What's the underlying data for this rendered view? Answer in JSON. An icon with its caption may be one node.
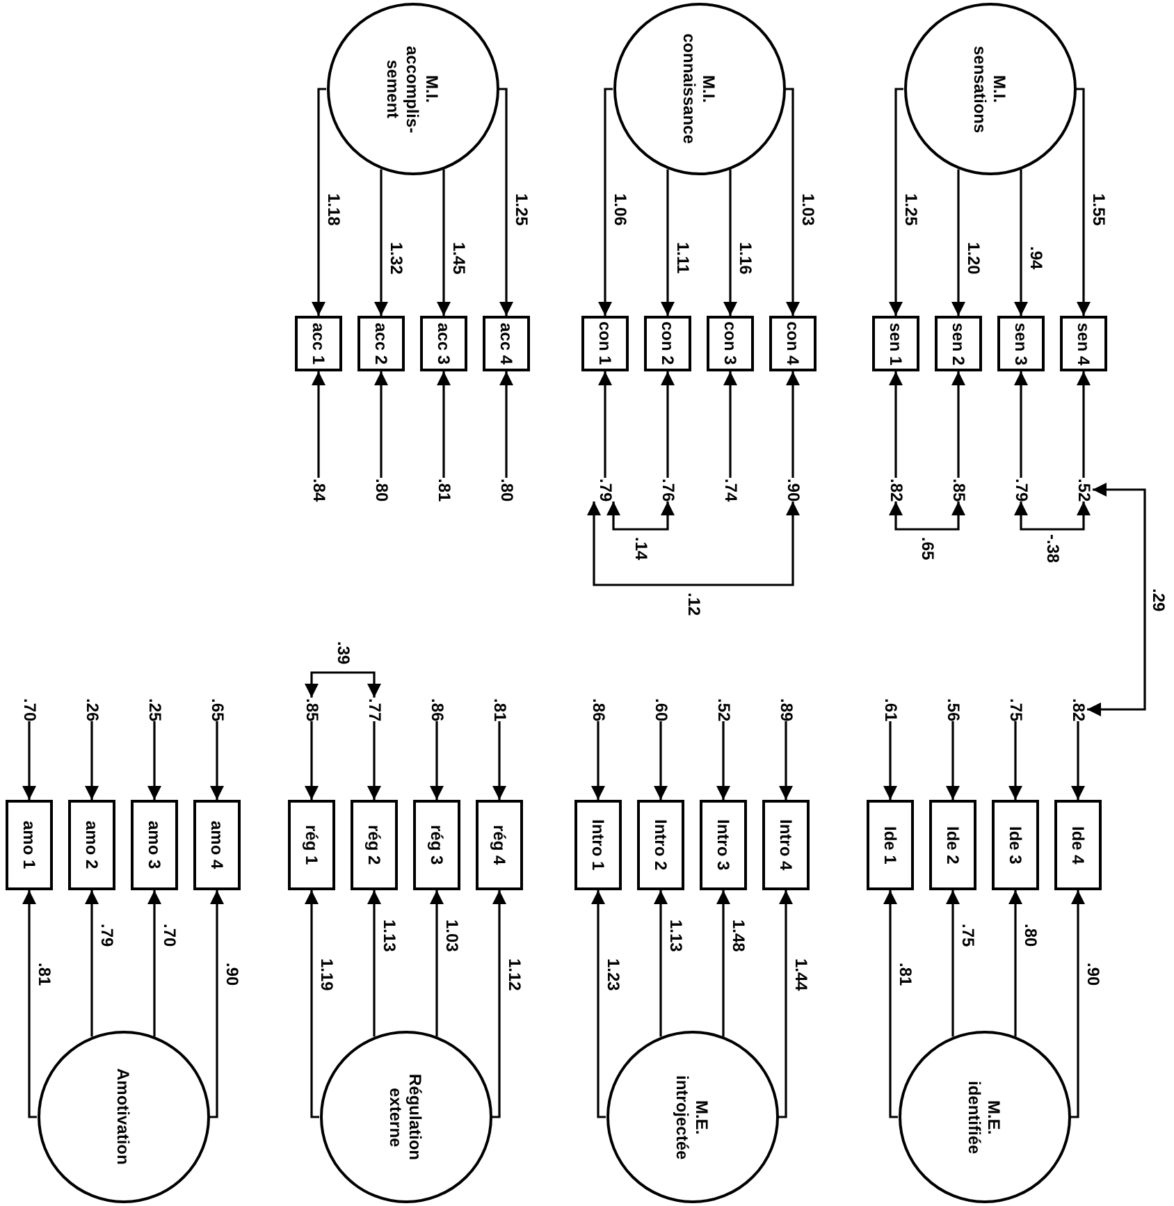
{
  "diagram": {
    "nodes": [
      {
        "text": [
          "M.I. accomplis- sement"
        ]
      },
      {
        "text": [
          "acc 1"
        ]
      },
      {
        "text": [
          "acc 2"
        ]
      },
      {
        "text": [
          "acc 3"
        ]
      },
      {
        "text": [
          "acc 4"
        ]
      },
      {
        "text": [
          ".84"
        ]
      },
      {
        "text": [
          ".80"
        ]
      },
      {
        "text": [
          ".81"
        ]
      },
      {
        "text": [
          ".80"
        ]
      },
      {
        "text": [
          "M.I. connaissance"
        ]
      },
      {
        "text": [
          "con 1"
        ]
      },
      {
        "text": [
          "con 2"
        ]
      },
      {
        "text": [
          "con 3"
        ]
      },
      {
        "text": [
          "con 4"
        ]
      },
      {
        "text": [
          ".79"
        ]
      },
      {
        "text": [
          ".76"
        ]
      },
      {
        "text": [
          ".74"
        ]
      },
      {
        "text": [
          ".90"
        ]
      },
      {
        "text": [
          "M.I. sensations"
        ]
      },
      {
        "text": [
          "sen 1"
        ]
      },
      {
        "text": [
          "sen 2"
        ]
      },
      {
        "text": [
          "sen 3"
        ]
      },
      {
        "text": [
          "sen 4"
        ]
      },
      {
        "text": [
          ".82"
        ]
      },
      {
        "text": [
          ".85"
        ]
      },
      {
        "text": [
          ".79"
        ]
      },
      {
        "text": [
          ".52"
        ]
      },
      {
        "text": [
          "Amotivation"
        ]
      },
      {
        "text": [
          "amo 1"
        ]
      },
      {
        "text": [
          "amo 2"
        ]
      },
      {
        "text": [
          "amo 3"
        ]
      },
      {
        "text": [
          "amo 4"
        ]
      },
      {
        "text": [
          ".70"
        ]
      },
      {
        "text": [
          ".26"
        ]
      },
      {
        "text": [
          ".25"
        ]
      },
      {
        "text": [
          ".65"
        ]
      },
      {
        "text": [
          "Régulation externe"
        ]
      },
      {
        "text": [
          "rég 1"
        ]
      },
      {
        "text": [
          "rég 2"
        ]
      },
      {
        "text": [
          "rég 3"
        ]
      },
      {
        "text": [
          "rég 4"
        ]
      },
      {
        "text": [
          ".85"
        ]
      },
      {
        "text": [
          ".77"
        ]
      },
      {
        "text": [
          ".86"
        ]
      },
      {
        "text": [
          ".81"
        ]
      },
      {
        "text": [
          "M.E. introjectée"
        ]
      },
      {
        "text": [
          "Intro 1"
        ]
      },
      {
        "text": [
          "Intro 2"
        ]
      },
      {
        "text": [
          "Intro 3"
        ]
      },
      {
        "text": [
          "Intro 4"
        ]
      },
      {
        "text": [
          ".86"
        ]
      },
      {
        "text": [
          ".60"
        ]
      },
      {
        "text": [
          ".52"
        ]
      },
      {
        "text": [
          ".89"
        ]
      },
      {
        "text": [
          "M.E. identifiée"
        ]
      },
      {
        "text": [
          "Ide 1"
        ]
      },
      {
        "text": [
          "Ide 2"
        ]
      },
      {
        "text": [
          "Ide 3"
        ]
      },
      {
        "text": [
          "Ide 4"
        ]
      },
      {
        "text": [
          ".61"
        ]
      },
      {
        "text": [
          ".56"
        ]
      },
      {
        "text": [
          ".75"
        ]
      },
      {
        "text": [
          ".82"
        ]
      }
    ],
    "edges": [
      {
        "from": 0,
        "to": 1,
        "arrow": "to",
        "label": "1.18"
      },
      {
        "from": 0,
        "to": 2,
        "arrow": "to",
        "label": "1.32"
      },
      {
        "from": 0,
        "to": 3,
        "arrow": "to",
        "label": "1.45"
      },
      {
        "from": 0,
        "to": 4,
        "arrow": "to",
        "label": "1.25"
      },
      {
        "from": 5,
        "to": 1,
        "arrow": "to"
      },
      {
        "from": 6,
        "to": 2,
        "arrow": "to"
      },
      {
        "from": 7,
        "to": 3,
        "arrow": "to"
      },
      {
        "from": 8,
        "to": 4,
        "arrow": "to"
      },
      {
        "from": 9,
        "to": 10,
        "arrow": "to",
        "label": "1.06"
      },
      {
        "from": 9,
        "to": 11,
        "arrow": "to",
        "label": "1.11"
      },
      {
        "from": 9,
        "to": 12,
        "arrow": "to",
        "label": "1.16"
      },
      {
        "from": 9,
        "to": 13,
        "arrow": "to",
        "label": "1.03"
      },
      {
        "from": 14,
        "to": 10,
        "arrow": "to"
      },
      {
        "from": 15,
        "to": 11,
        "arrow": "to"
      },
      {
        "from": 16,
        "to": 12,
        "arrow": "to"
      },
      {
        "from": 17,
        "to": 13,
        "arrow": "to"
      },
      {
        "from": 18,
        "to": 19,
        "arrow": "to",
        "label": "1.25"
      },
      {
        "from": 18,
        "to": 20,
        "arrow": "to",
        "label": "1.20"
      },
      {
        "from": 18,
        "to": 21,
        "arrow": "to",
        "label": ".94"
      },
      {
        "from": 18,
        "to": 22,
        "arrow": "to",
        "label": "1.55"
      },
      {
        "from": 23,
        "to": 19,
        "arrow": "to"
      },
      {
        "from": 24,
        "to": 20,
        "arrow": "to"
      },
      {
        "from": 25,
        "to": 21,
        "arrow": "to"
      },
      {
        "from": 26,
        "to": 22,
        "arrow": "to"
      },
      {
        "from": 27,
        "to": 28,
        "arrow": "to",
        "label": ".81"
      },
      {
        "from": 27,
        "to": 29,
        "arrow": "to",
        "label": ".79"
      },
      {
        "from": 27,
        "to": 30,
        "arrow": "to",
        "label": ".70"
      },
      {
        "from": 27,
        "to": 31,
        "arrow": "to",
        "label": ".90"
      },
      {
        "from": 32,
        "to": 28,
        "arrow": "to"
      },
      {
        "from": 33,
        "to": 29,
        "arrow": "to"
      },
      {
        "from": 34,
        "to": 30,
        "arrow": "to"
      },
      {
        "from": 35,
        "to": 31,
        "arrow": "to"
      },
      {
        "from": 36,
        "to": 37,
        "arrow": "to",
        "label": "1.19"
      },
      {
        "from": 36,
        "to": 38,
        "arrow": "to",
        "label": "1.13"
      },
      {
        "from": 36,
        "to": 39,
        "arrow": "to",
        "label": "1.03"
      },
      {
        "from": 36,
        "to": 40,
        "arrow": "to",
        "label": "1.12"
      },
      {
        "from": 41,
        "to": 37,
        "arrow": "to"
      },
      {
        "from": 42,
        "to": 38,
        "arrow": "to"
      },
      {
        "from": 43,
        "to": 39,
        "arrow": "to"
      },
      {
        "from": 44,
        "to": 40,
        "arrow": "to"
      },
      {
        "from": 45,
        "to": 46,
        "arrow": "to",
        "label": "1.23"
      },
      {
        "from": 45,
        "to": 47,
        "arrow": "to",
        "label": "1.13"
      },
      {
        "from": 45,
        "to": 48,
        "arrow": "to",
        "label": "1.48"
      },
      {
        "from": 45,
        "to": 49,
        "arrow": "to",
        "label": "1.44"
      },
      {
        "from": 50,
        "to": 46,
        "arrow": "to"
      },
      {
        "from": 51,
        "to": 47,
        "arrow": "to"
      },
      {
        "from": 52,
        "to": 48,
        "arrow": "to"
      },
      {
        "from": 53,
        "to": 49,
        "arrow": "to"
      },
      {
        "from": 54,
        "to": 55,
        "arrow": "to",
        "label": ".81"
      },
      {
        "from": 54,
        "to": 56,
        "arrow": "to",
        "label": ".75"
      },
      {
        "from": 54,
        "to": 57,
        "arrow": "to",
        "label": ".80"
      },
      {
        "from": 54,
        "to": 58,
        "arrow": "to",
        "label": ".90"
      },
      {
        "from": 59,
        "to": 55,
        "arrow": "to"
      },
      {
        "from": 60,
        "to": 56,
        "arrow": "to"
      },
      {
        "from": 61,
        "to": 57,
        "arrow": "to"
      },
      {
        "from": 62,
        "to": 58,
        "arrow": "to"
      },
      {
        "from": 23,
        "to": 24,
        "arrow": "both",
        "label": ".65"
      },
      {
        "from": 25,
        "to": 26,
        "arrow": "both",
        "label": "-.38"
      },
      {
        "from": 14,
        "to": 15,
        "arrow": "both",
        "label": ".14"
      },
      {
        "from": 14,
        "to": 17,
        "arrow": "both",
        "label": ".12"
      },
      {
        "from": 26,
        "to": 62,
        "arrow": "both",
        "label": ".29"
      },
      {
        "from": 41,
        "to": 42,
        "arrow": "both",
        "label": ".39"
      }
    ]
  }
}
